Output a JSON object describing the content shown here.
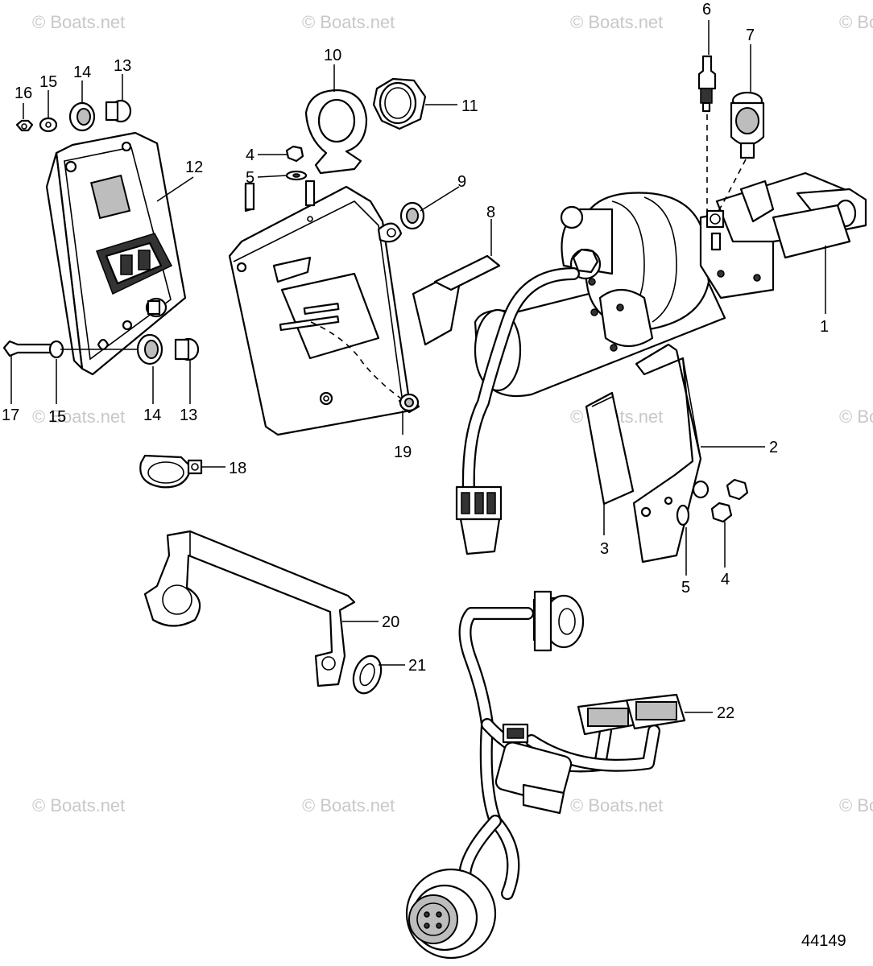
{
  "watermark": "© Boats.net",
  "figure_number": "44149",
  "callouts": {
    "c1": "1",
    "c2": "2",
    "c3": "3",
    "c4a": "4",
    "c4b": "4",
    "c5a": "5",
    "c5b": "5",
    "c6": "6",
    "c7": "7",
    "c8": "8",
    "c9": "9",
    "c10": "10",
    "c11": "11",
    "c12": "12",
    "c13a": "13",
    "c13b": "13",
    "c14a": "14",
    "c14b": "14",
    "c15a": "15",
    "c15b": "15",
    "c16": "16",
    "c17": "17",
    "c18": "18",
    "c19": "19",
    "c20": "20",
    "c21": "21",
    "c22": "22"
  }
}
